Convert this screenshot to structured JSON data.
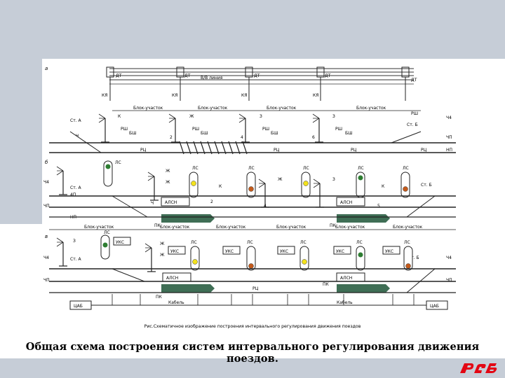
{
  "slide": {
    "caption": "Общая схема построения систем интервального регулирования движения поездов.",
    "figure_caption": "Рис.Схематичное изображение построения интервального регулирования движения поездов",
    "colors": {
      "band": "#c6cdd7",
      "accent": "#e30613",
      "dark_green": "#3f6e55",
      "signal_green": "#2e7d32",
      "signal_yellow": "#f3e21c",
      "signal_red": "#c45a1a"
    }
  },
  "panel_a": {
    "letter": "а",
    "line_label": "В/В линия",
    "blocks": [
      "Блок-участок",
      "Блок-участок",
      "Блок-участок",
      "Блок-участок"
    ],
    "dt": [
      "ДТ",
      "ДТ",
      "ДТ",
      "ДТ",
      "ДТ"
    ],
    "ky": [
      "КЯ",
      "КЯ",
      "КЯ",
      "КЯ"
    ],
    "signal_aspects": [
      "К",
      "Ж",
      "З",
      "З"
    ],
    "rsh": [
      "РШ",
      "РШ",
      "РШ",
      "РШ"
    ],
    "bsh": [
      "БШ",
      "БШ",
      "БШ",
      "БШ"
    ],
    "station_left": "Ст. А",
    "station_right": "Ст. Б",
    "left_labels": [
      "Ч"
    ],
    "rc": [
      "РЦ",
      "РЦ",
      "РЦ",
      "РЦ"
    ],
    "signal_numbers": [
      "2",
      "4",
      "6"
    ],
    "right_labels": [
      "РШ",
      "Ч4",
      "ЧП",
      "НП"
    ]
  },
  "panel_b": {
    "letter": "б",
    "ls": [
      "ЛС",
      "ЛС",
      "ЛС",
      "ЛС",
      "ЛС",
      "ЛС"
    ],
    "signal_aspects": [
      "Ж",
      "Ж",
      "К",
      "Ж",
      "З",
      "К"
    ],
    "alsn": [
      "АЛСН",
      "АЛСН"
    ],
    "pk": [
      "ПК",
      "ПК"
    ],
    "left_labels": [
      "Ч4",
      "4П",
      "ЧП",
      "НП",
      "Ч"
    ],
    "station_left": "Ст. А",
    "station_right": "Ст. Б",
    "signal_numbers": [
      "2",
      "4",
      "5"
    ],
    "blocks": [
      "Блок-участок",
      "Блок-участок",
      "Блок-участок",
      "Блок-участок",
      "Блок-участок",
      "Блок-участок"
    ]
  },
  "panel_v": {
    "letter": "в",
    "uks": [
      "УКС",
      "УКС",
      "УКС",
      "УКС",
      "УКС",
      "УКС"
    ],
    "ls": [
      "ЛС",
      "ЛС",
      "ЛС",
      "ЛС",
      "ЛС",
      "ЛС"
    ],
    "signal_aspects": [
      "З",
      "Ж",
      "Ж"
    ],
    "alsn": [
      "АЛСН",
      "АЛСН"
    ],
    "pk": [
      "ПК",
      "ПК"
    ],
    "rc": "РЦ",
    "cab": [
      "ЦАБ",
      "ЦАБ"
    ],
    "cable": [
      "Кабель",
      "Кабель"
    ],
    "station_left": "Ст. А",
    "station_right": "Ст. Б",
    "left_labels": [
      "Ч4",
      "ЧП"
    ],
    "right_labels": [
      "Ч4",
      "ЧП"
    ]
  }
}
